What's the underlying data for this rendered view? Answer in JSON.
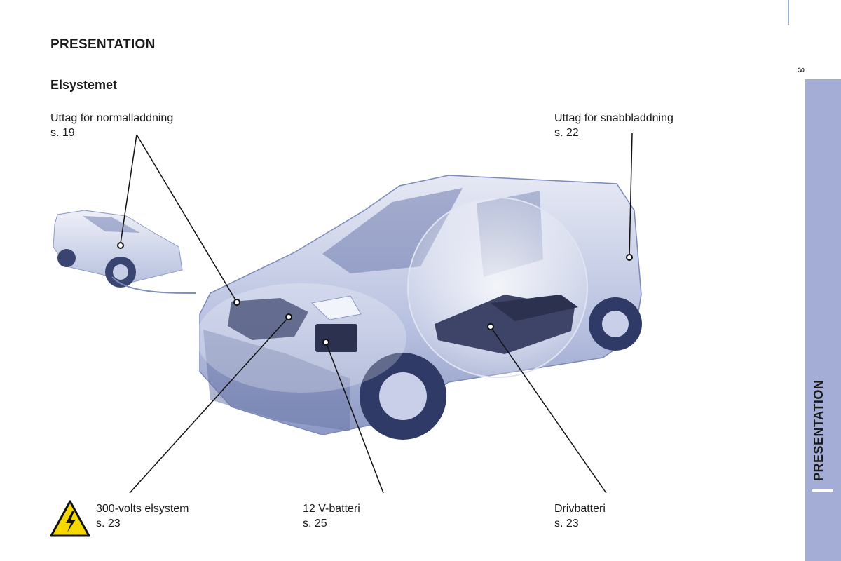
{
  "page": {
    "heading": "PRESENTATION",
    "subheading": "Elsystemet",
    "page_number": "3",
    "side_tab_label": "PRESENTATION"
  },
  "callouts": {
    "normal_charge": {
      "title": "Uttag för normalladdning",
      "ref": "s. 19"
    },
    "fast_charge": {
      "title": "Uttag för snabbladdning",
      "ref": "s. 22"
    },
    "high_voltage": {
      "title": "300-volts elsystem",
      "ref": "s. 23"
    },
    "battery_12v": {
      "title": "12 V-batteri",
      "ref": "s. 25"
    },
    "drive_battery": {
      "title": "Drivbatteri",
      "ref": "s. 23"
    }
  },
  "icons": {
    "warning": "high-voltage-warning-icon"
  },
  "colors": {
    "accent_tab": "#a3add6",
    "warning_yellow": "#f5d800",
    "vehicle_tint": "#9aa7cf"
  }
}
